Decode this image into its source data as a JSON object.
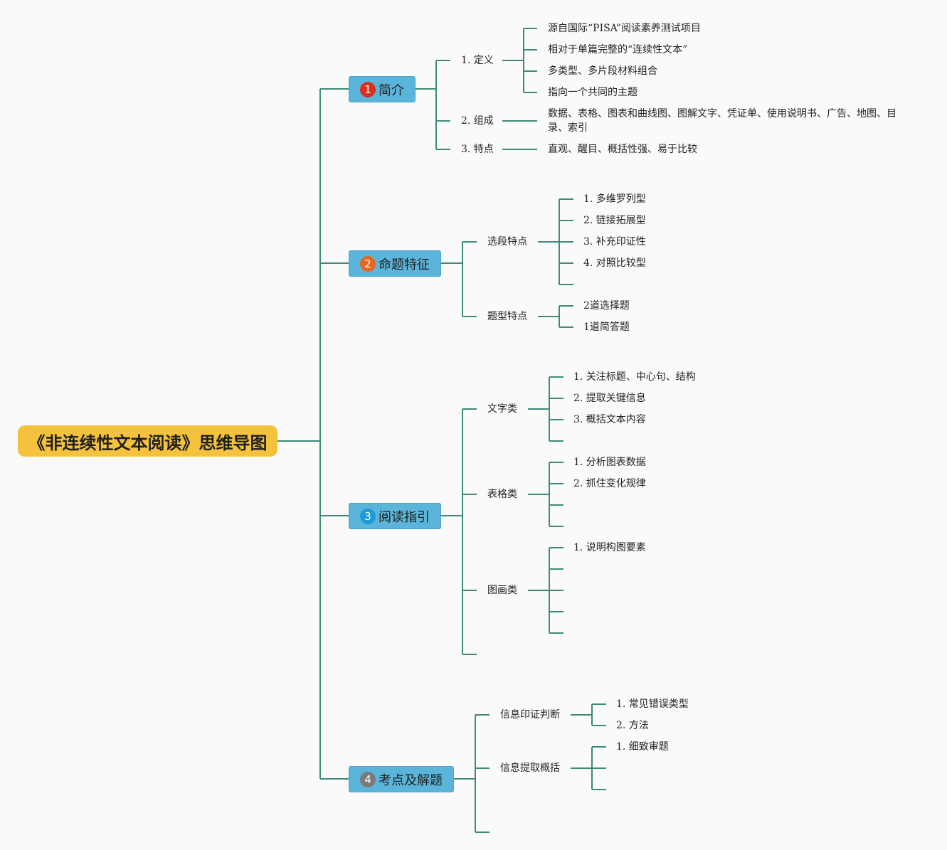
{
  "root": {
    "title": "《非连续性文本阅读》思维导图"
  },
  "branches": [
    {
      "badge": "1",
      "badge_color": "#d9301f",
      "title": "简介",
      "children": [
        {
          "label": "1. 定义",
          "items": [
            "源自国际“PISA”阅读素养测试项目",
            "相对于单篇完整的“连续性文本”",
            "多类型、多片段材料组合",
            "指向一个共同的主题"
          ]
        },
        {
          "label": "2. 组成",
          "items": [
            "数据、表格、图表和曲线图、图解文字、凭证单、使用说明书、广告、地图、目录、索引"
          ]
        },
        {
          "label": "3. 特点",
          "items": [
            "直观、醒目、概括性强、易于比较"
          ]
        }
      ]
    },
    {
      "badge": "2",
      "badge_color": "#e8671e",
      "title": "命题特征",
      "children": [
        {
          "label": "选段特点",
          "items": [
            "1. 多维罗列型",
            "2. 链接拓展型",
            "3. 补充印证性",
            "4. 对照比较型"
          ]
        },
        {
          "label": "题型特点",
          "items": [
            "2道选择题",
            "1道简答题"
          ]
        }
      ]
    },
    {
      "badge": "3",
      "badge_color": "#1e9ad6",
      "title": "阅读指引",
      "children": [
        {
          "label": "文字类",
          "items": [
            "1. 关注标题、中心句、结构",
            "2. 提取关键信息",
            "3. 概括文本内容"
          ]
        },
        {
          "label": "表格类",
          "items": [
            "1. 分析图表数据",
            "2. 抓住变化规律"
          ]
        },
        {
          "label": "图画类",
          "items": [
            "1. 说明构图要素"
          ]
        }
      ]
    },
    {
      "badge": "4",
      "badge_color": "#7a7a7a",
      "title": "考点及解题",
      "children": [
        {
          "label": "信息印证判断",
          "items": [
            "1. 常见错误类型",
            "2. 方法"
          ]
        },
        {
          "label": "信息提取概括",
          "items": [
            "1. 细致审题"
          ]
        }
      ]
    }
  ]
}
